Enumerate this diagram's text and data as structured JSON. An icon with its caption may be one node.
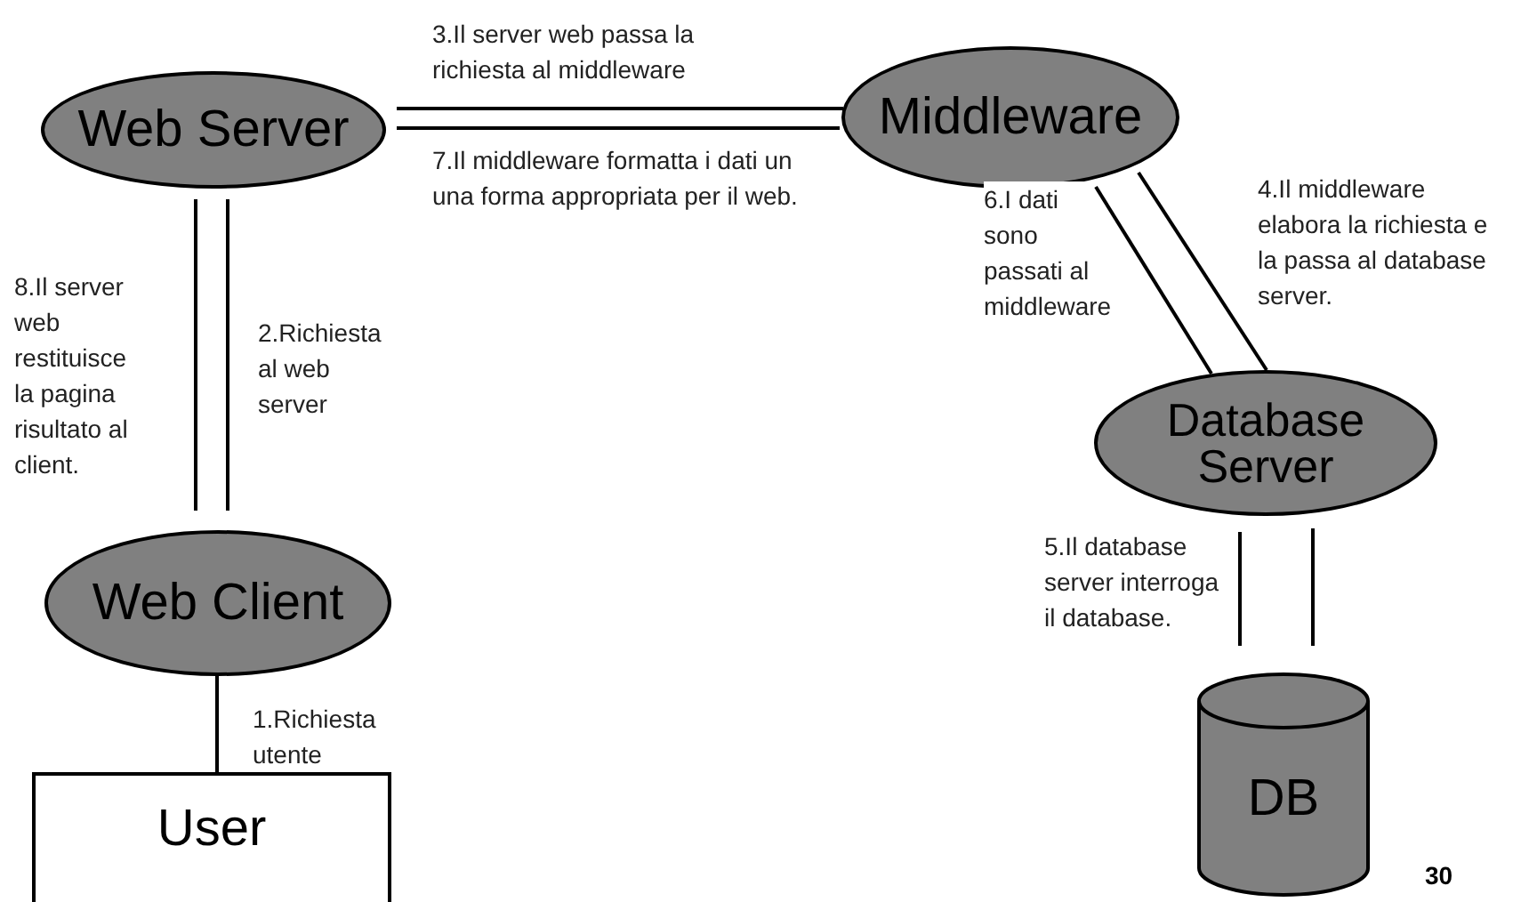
{
  "diagram": {
    "nodes": [
      {
        "text": [
          "Web Server"
        ]
      },
      {
        "text": [
          "Middleware"
        ]
      },
      {
        "text": [
          "Database Server"
        ]
      },
      {
        "text": [
          "Web Client"
        ]
      },
      {
        "text": [
          "User"
        ]
      },
      {
        "text": [
          "DB"
        ]
      }
    ],
    "edges": [
      {
        "from": 4,
        "to": 3,
        "arrow": "none",
        "label": "1.Richiesta utente"
      },
      {
        "from": 3,
        "to": 0,
        "arrow": "none",
        "label": "2.Richiesta al web server"
      },
      {
        "from": 0,
        "to": 1,
        "arrow": "none",
        "label": "3.Il server web passa la richiesta al middleware"
      },
      {
        "from": 1,
        "to": 2,
        "arrow": "none",
        "label": "4.Il middleware elabora la richiesta e la passa al database server."
      },
      {
        "from": 2,
        "to": 5,
        "arrow": "none",
        "label": "5.Il database server interroga il database."
      },
      {
        "from": 2,
        "to": 1,
        "arrow": "none",
        "label": "6.I dati sono passati al middleware"
      },
      {
        "from": 1,
        "to": 0,
        "arrow": "none",
        "label": "7.Il middleware formatta i dati un una forma appropriata per il web."
      },
      {
        "from": 0,
        "to": 3,
        "arrow": "none",
        "label": "8.Il server web restituisce la pagina risultato al client."
      },
      {
        "from": 5,
        "to": 2,
        "arrow": "none"
      }
    ],
    "labels": [
      "30"
    ]
  }
}
